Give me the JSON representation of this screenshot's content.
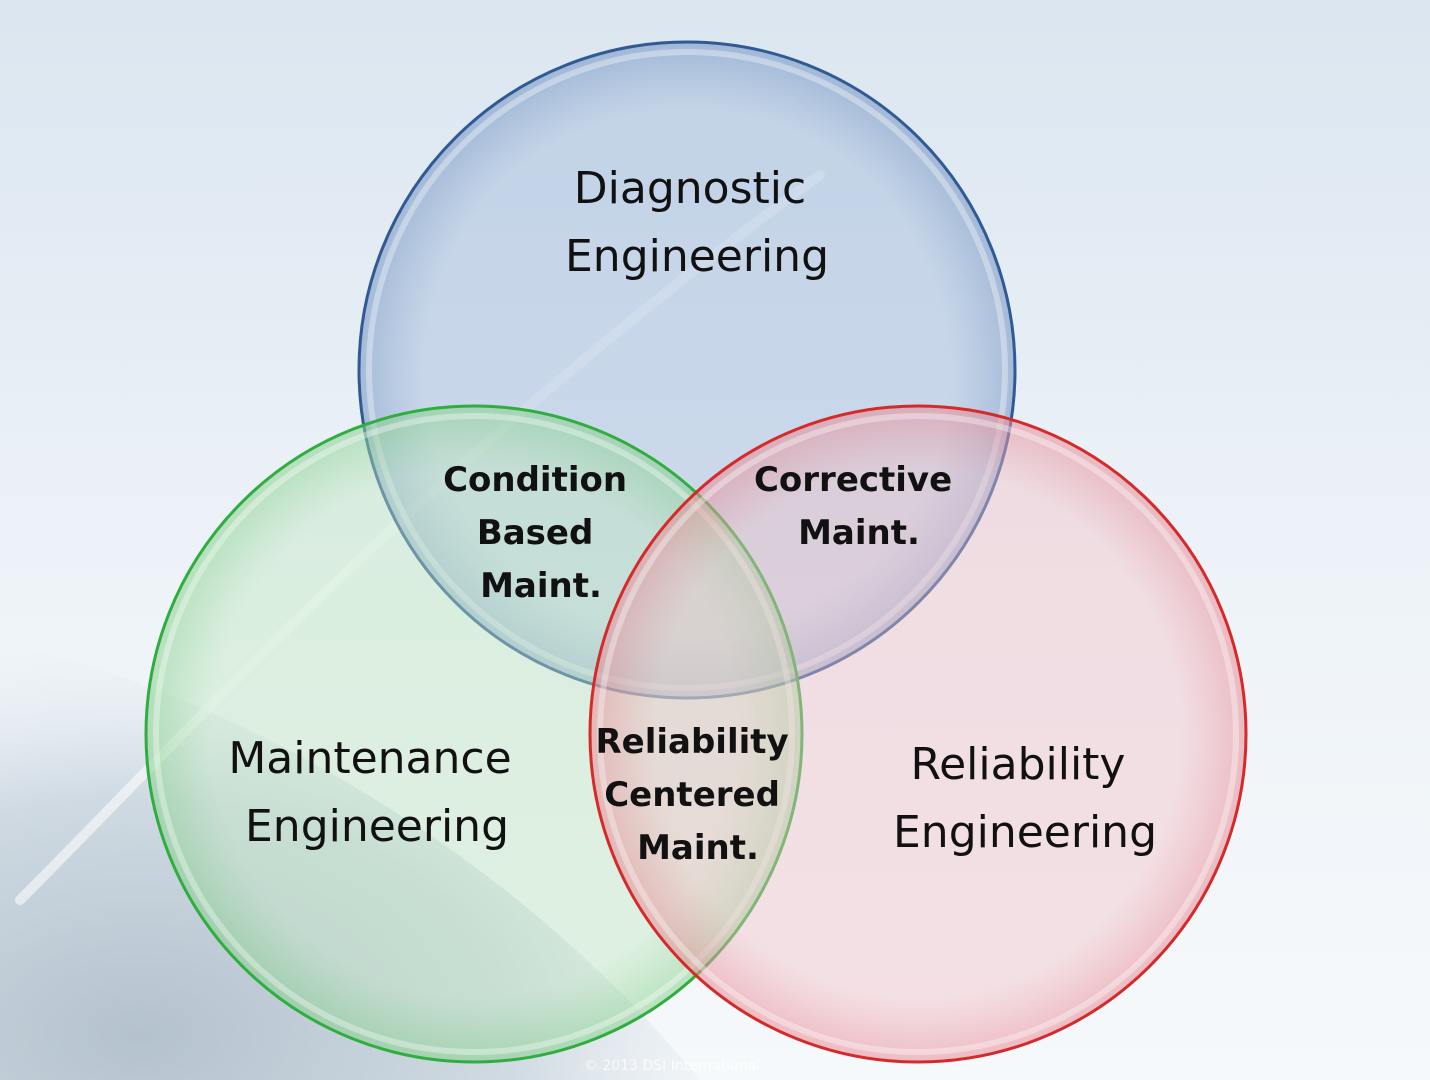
{
  "diagram": {
    "type": "venn",
    "sets": [
      {
        "id": "diagnostic",
        "lines": [
          "Diagnostic",
          "Engineering"
        ],
        "color": "#2f5a96"
      },
      {
        "id": "maintenance",
        "lines": [
          "Maintenance",
          "Engineering"
        ],
        "color": "#2fae3f"
      },
      {
        "id": "reliability",
        "lines": [
          "Reliability",
          "Engineering"
        ],
        "color": "#d62a2a"
      }
    ],
    "intersections": [
      {
        "id": "condition-based",
        "sets": [
          "diagnostic",
          "maintenance"
        ],
        "lines": [
          "Condition",
          "Based",
          "Maint."
        ]
      },
      {
        "id": "corrective",
        "sets": [
          "diagnostic",
          "reliability"
        ],
        "lines": [
          "Corrective",
          "Maint."
        ]
      },
      {
        "id": "reliability-centered",
        "sets": [
          "maintenance",
          "reliability"
        ],
        "lines": [
          "Reliability",
          "Centered",
          "Maint."
        ]
      }
    ]
  },
  "footer": {
    "copyright": "© 2013 DSI International"
  },
  "colors": {
    "background_top": "#e2ebf3",
    "background_bottom": "#f4f7fa"
  }
}
